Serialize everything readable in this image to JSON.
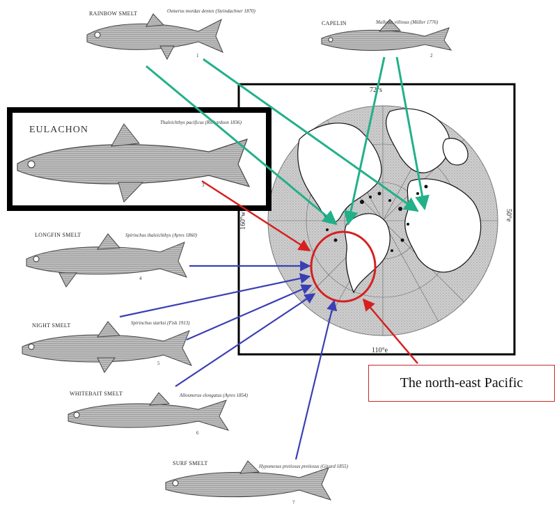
{
  "map": {
    "lat_top": "72°s",
    "lon_left": "160°w",
    "lon_right": "50°e",
    "lon_bottom": "110°e"
  },
  "fish": {
    "rainbow": {
      "name": "RAINBOW SMELT",
      "sci": "Osmerus mordax dentex (Steindachner 1870)",
      "num": "1"
    },
    "capelin": {
      "name": "CAPELIN",
      "sci": "Mallotus villosus (Müller 1776)",
      "num": "2"
    },
    "eulachon": {
      "name": "EULACHON",
      "sci": "Thaleichthys pacificus (Richardson 1836)",
      "num": "3"
    },
    "longfin": {
      "name": "LONGFIN SMELT",
      "sci": "Spirinchus thaleichthys (Ayres 1860)",
      "num": "4"
    },
    "night": {
      "name": "NIGHT SMELT",
      "sci": "Spirinchus starksi (Fisk 1913)",
      "num": "5"
    },
    "whitebait": {
      "name": "WHITEBAIT SMELT",
      "sci": "Allosmerus elongatus (Ayres 1854)",
      "num": "6"
    },
    "surf": {
      "name": "SURF SMELT",
      "sci": "Hypomesus pretiosus pretiosus (Girard 1855)",
      "num": "7"
    }
  },
  "callout": {
    "label": "The north-east Pacific"
  },
  "colors": {
    "green_arrow": "#22b089",
    "blue_arrow": "#3b3fb5",
    "red_arrow": "#d62020",
    "red_circle": "#d62020",
    "water": "#c9c9c9",
    "land": "#ffffff"
  }
}
